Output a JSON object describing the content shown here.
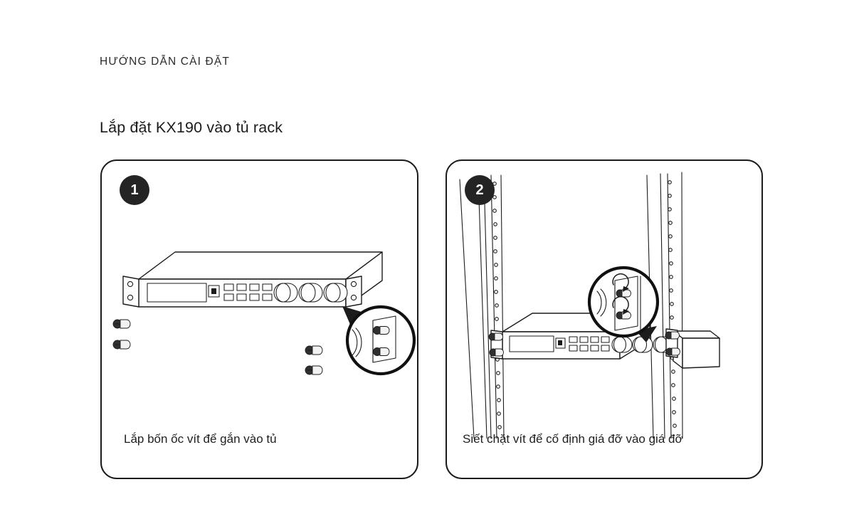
{
  "document": {
    "eyebrow": "HƯỚNG DẪN CÀI ĐẶT",
    "title": "Lắp đặt KX190 vào tủ rack",
    "background_color": "#ffffff",
    "ink_color": "#1c1c1c",
    "badge_color": "#242424"
  },
  "steps": [
    {
      "number": "1",
      "caption": "Lắp bốn ốc vít để gắn vào tủ",
      "illustration": "rack-unit-with-loose-screws",
      "screw_count": 4,
      "magnifier_label": "bracket-screw-detail"
    },
    {
      "number": "2",
      "caption": "Siết chặt vít để cố định giá đỡ vào giá đỡ",
      "illustration": "rack-unit-mounted-in-cabinet",
      "screw_count": 4,
      "magnifier_label": "tighten-screw-detail"
    }
  ],
  "device": {
    "name": "KX190",
    "form_factor": "1U rack unit",
    "front_panel": {
      "display_window": 1,
      "port_icon": 1,
      "button_rows": 2,
      "buttons_per_row": 4,
      "knobs": 3,
      "rack_ears": 2,
      "holes_per_ear": 2
    }
  }
}
